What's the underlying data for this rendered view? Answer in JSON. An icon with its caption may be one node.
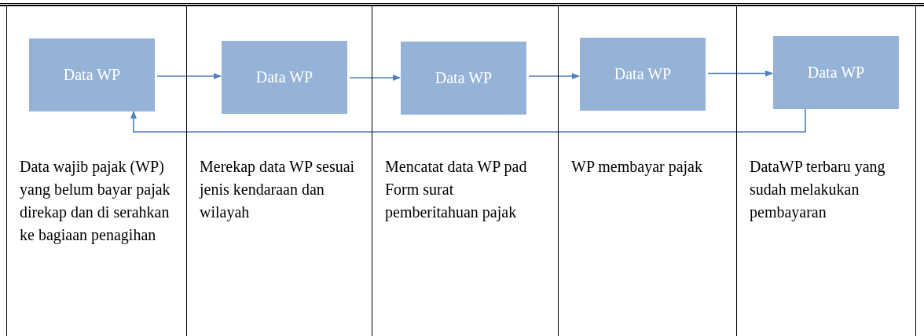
{
  "diagram": {
    "nodes": [
      {
        "text": [
          "Data wajib pajak (WP) yang belum bayar pajak direkap dan di serahkan ke bagiaan penagihan"
        ]
      },
      {
        "text": [
          "Data WP"
        ],
        "in": 0
      },
      {
        "text": [
          "Merekap data WP sesuai jenis kendaraan dan wilayah"
        ]
      },
      {
        "text": [
          "Data WP"
        ],
        "in": 2
      },
      {
        "text": [
          "Mencatat data WP pad Form surat pemberitahuan pajak"
        ]
      },
      {
        "text": [
          "Data WP"
        ],
        "in": 4
      },
      {
        "text": [
          "WP membayar pajak"
        ]
      },
      {
        "text": [
          "Data WP"
        ],
        "in": 6
      },
      {
        "text": [
          "DataWP terbaru yang sudah melakukan pembayaran"
        ]
      },
      {
        "text": [
          "Data WP"
        ],
        "in": 8
      }
    ],
    "edges": [
      {
        "from": 1,
        "to": 3,
        "arrow": "to"
      },
      {
        "from": 3,
        "to": 5,
        "arrow": "to"
      },
      {
        "from": 5,
        "to": 7,
        "arrow": "to"
      },
      {
        "from": 7,
        "to": 9,
        "arrow": "to"
      },
      {
        "from": 9,
        "to": 1,
        "arrow": "to"
      }
    ]
  }
}
